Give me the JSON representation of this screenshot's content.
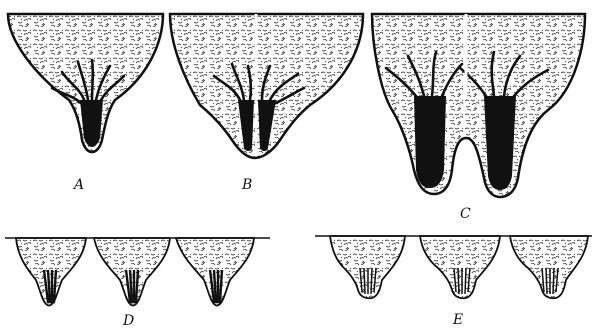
{
  "figure": {
    "panels": [
      {
        "id": "A",
        "label": "A"
      },
      {
        "id": "B",
        "label": "B"
      },
      {
        "id": "C",
        "label": "C"
      },
      {
        "id": "D",
        "label": "D"
      },
      {
        "id": "E",
        "label": "E"
      }
    ]
  },
  "colors": {
    "ink": "#111111",
    "paper": "#ffffff"
  }
}
